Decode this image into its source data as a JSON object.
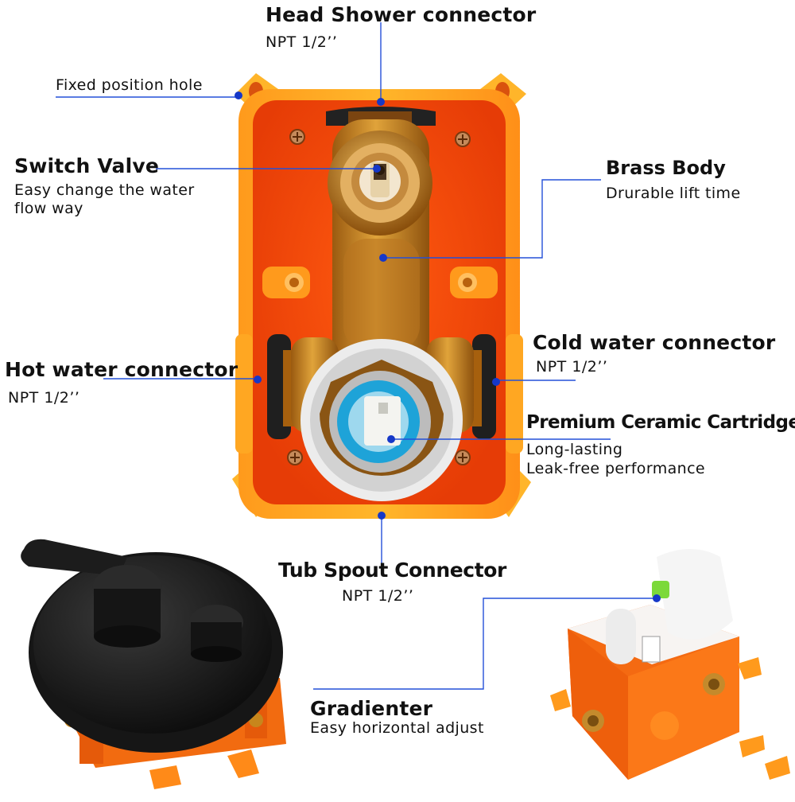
{
  "labels": {
    "head_shower": {
      "title": "Head Shower connector",
      "sub": "NPT  1/2’’"
    },
    "fixed_hole": {
      "title": "Fixed position hole"
    },
    "switch_valve": {
      "title": "Switch Valve",
      "line1": "Easy change the water",
      "line2": "flow way"
    },
    "brass_body": {
      "title": "Brass Body",
      "sub": "Drurable lift time"
    },
    "hot_water": {
      "title": "Hot water connector",
      "sub": "NPT  1/2’’"
    },
    "cold_water": {
      "title": "Cold water connector",
      "sub": "NPT  1/2’’"
    },
    "ceramic": {
      "title": "Premium Ceramic Cartridge",
      "line1": "Long-lasting",
      "line2": "Leak-free performance"
    },
    "tub_spout": {
      "title": "Tub Spout Connector",
      "sub": "NPT  1/2’’"
    },
    "gradienter": {
      "title": "Gradienter",
      "sub": "Easy horizontal adjust"
    }
  },
  "colors": {
    "leader": "#2450d8",
    "dot": "#1638c8",
    "box_orange": "#ff6a14",
    "box_deep": "#e8400a",
    "brass": "#c8841e",
    "black_finish": "#1a1a1a"
  }
}
